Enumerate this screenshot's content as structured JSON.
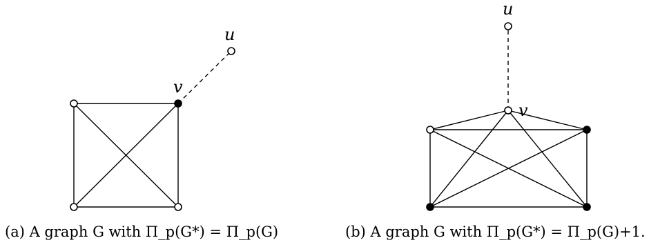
{
  "figure": {
    "left": {
      "caption": "(a) A graph G with Π_p(G*) = Π_p(G)",
      "labels": {
        "u": "u",
        "v": "v"
      },
      "nodes": [
        {
          "id": "u",
          "filled": false
        },
        {
          "id": "v",
          "filled": true
        },
        {
          "id": "tl",
          "filled": false
        },
        {
          "id": "bl",
          "filled": false
        },
        {
          "id": "br",
          "filled": false
        }
      ],
      "edges": [
        [
          "tl",
          "v"
        ],
        [
          "tl",
          "bl"
        ],
        [
          "v",
          "br"
        ],
        [
          "bl",
          "br"
        ],
        [
          "tl",
          "br"
        ],
        [
          "v",
          "bl"
        ],
        [
          "v",
          "u",
          "dashed"
        ]
      ]
    },
    "right": {
      "caption": "(b) A graph G with Π_p(G*) = Π_p(G)+1.",
      "labels": {
        "u": "u",
        "v": "v"
      },
      "nodes": [
        {
          "id": "u",
          "filled": false
        },
        {
          "id": "v",
          "filled": false
        },
        {
          "id": "ml",
          "filled": false
        },
        {
          "id": "mr",
          "filled": true
        },
        {
          "id": "bl",
          "filled": true
        },
        {
          "id": "br",
          "filled": true
        }
      ],
      "edges": [
        [
          "v",
          "ml"
        ],
        [
          "v",
          "mr"
        ],
        [
          "v",
          "bl"
        ],
        [
          "v",
          "br"
        ],
        [
          "ml",
          "mr"
        ],
        [
          "ml",
          "bl"
        ],
        [
          "ml",
          "br"
        ],
        [
          "mr",
          "bl"
        ],
        [
          "mr",
          "br"
        ],
        [
          "bl",
          "br"
        ],
        [
          "v",
          "u",
          "dashed"
        ]
      ]
    }
  }
}
